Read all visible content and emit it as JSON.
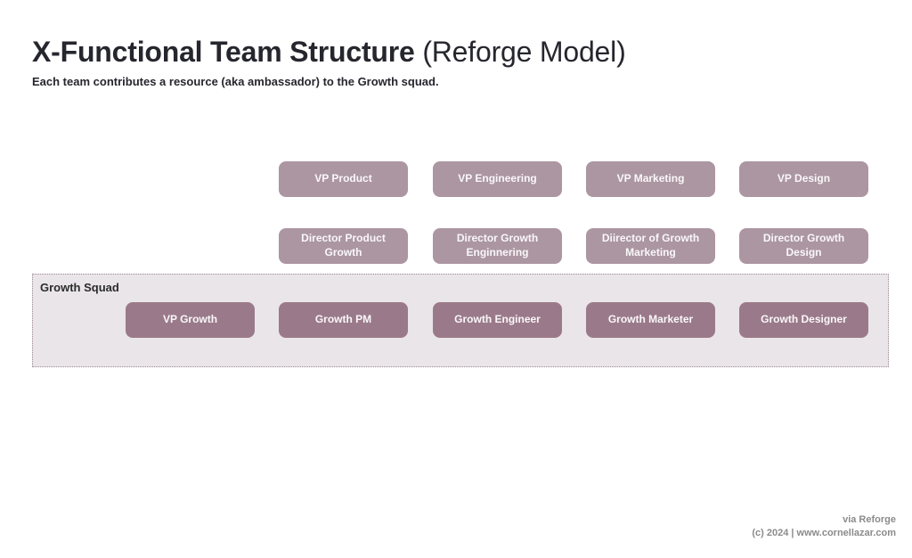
{
  "page": {
    "title_bold": "X-Functional Team Structure",
    "title_regular": " (Reforge Model)",
    "subtitle": "Each team contributes a resource (aka ambassador) to the Growth squad."
  },
  "colors": {
    "box_light": "#ab96a2",
    "box_dark": "#9a7a8a",
    "squad_bg": "#eae5e8",
    "squad_border": "#9c8a94",
    "title_color": "#26262e",
    "footer_text": "#8b8b8b"
  },
  "vp_row": [
    {
      "label": "VP Product"
    },
    {
      "label": "VP Engineering"
    },
    {
      "label": "VP Marketing"
    },
    {
      "label": "VP Design"
    }
  ],
  "director_row": [
    {
      "label": "Director Product Growth"
    },
    {
      "label": "Director Growth Enginnering"
    },
    {
      "label": "Diirector of Growth Marketing"
    },
    {
      "label": "Director Growth Design"
    }
  ],
  "squad": {
    "label": "Growth Squad",
    "members": [
      {
        "label": "VP Growth"
      },
      {
        "label": "Growth PM"
      },
      {
        "label": "Growth Engineer"
      },
      {
        "label": "Growth Marketer"
      },
      {
        "label": "Growth Designer"
      }
    ]
  },
  "footer": {
    "line1": "via Reforge",
    "line2": "(c) 2024 | www.cornellazar.com"
  }
}
